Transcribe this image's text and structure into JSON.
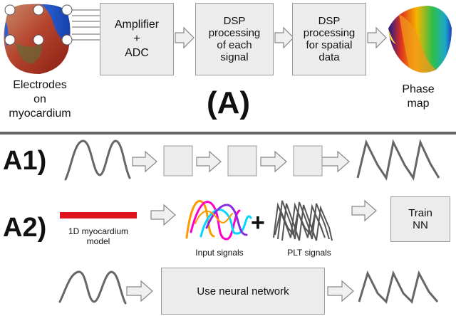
{
  "top": {
    "electrodes_label": "Electrodes\non\nmyocardium",
    "box_amplifier": "Amplifier\n+\nADC",
    "box_dsp_signal": "DSP\nprocessing\nof each\nsignal",
    "box_dsp_spatial": "DSP\nprocessing\nfor spatial\ndata",
    "phase_map_label": "Phase\nmap",
    "panel_label": "(A)"
  },
  "row_a1": {
    "label": "A1)"
  },
  "row_a2": {
    "label": "A2)",
    "model_label": "1D myocardium\nmodel",
    "input_label": "Input signals",
    "plus": "+",
    "plt_label": "PLT signals",
    "train_box": "Train\nNN"
  },
  "row_a3": {
    "box_label": "Use neural network"
  },
  "colors": {
    "box_fill": "#ececec",
    "box_border": "#9a9a9a",
    "arrow_fill": "#f0f0f0",
    "arrow_stroke": "#888888",
    "signal_gray": "#666666",
    "divider": "#666666",
    "model_bar": "#e0141e",
    "input_colors": [
      "#ff9900",
      "#ff00cc",
      "#00d8ff",
      "#8a2be2"
    ]
  }
}
